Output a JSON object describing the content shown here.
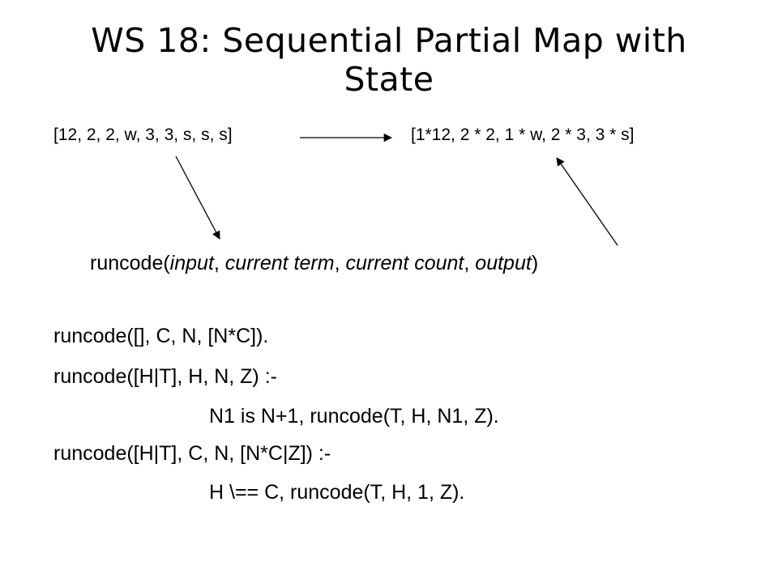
{
  "slide": {
    "title": "WS 18: Sequential Partial Map with State"
  },
  "diagram": {
    "input_list": "[12, 2, 2, w, 3, 3, s, s, s]",
    "output_list": "[1*12, 2 * 2, 1 * w, 2 * 3, 3 * s]",
    "signature": {
      "prefix": "runcode(",
      "arg1": "input",
      "sep1": ", ",
      "arg2": "current term",
      "sep2": ", ",
      "arg3": "current count",
      "sep3": ", ",
      "arg4": "output",
      "suffix": ")"
    }
  },
  "code": {
    "lines": [
      "runcode([], C, N, [N*C]).",
      "runcode([H|T], H, N, Z) :-",
      "N1 is N+1, runcode(T, H, N1, Z).",
      "runcode([H|T], C, N, [N*C|Z]) :-",
      "H \\== C, runcode(T, H, 1, Z)."
    ]
  }
}
